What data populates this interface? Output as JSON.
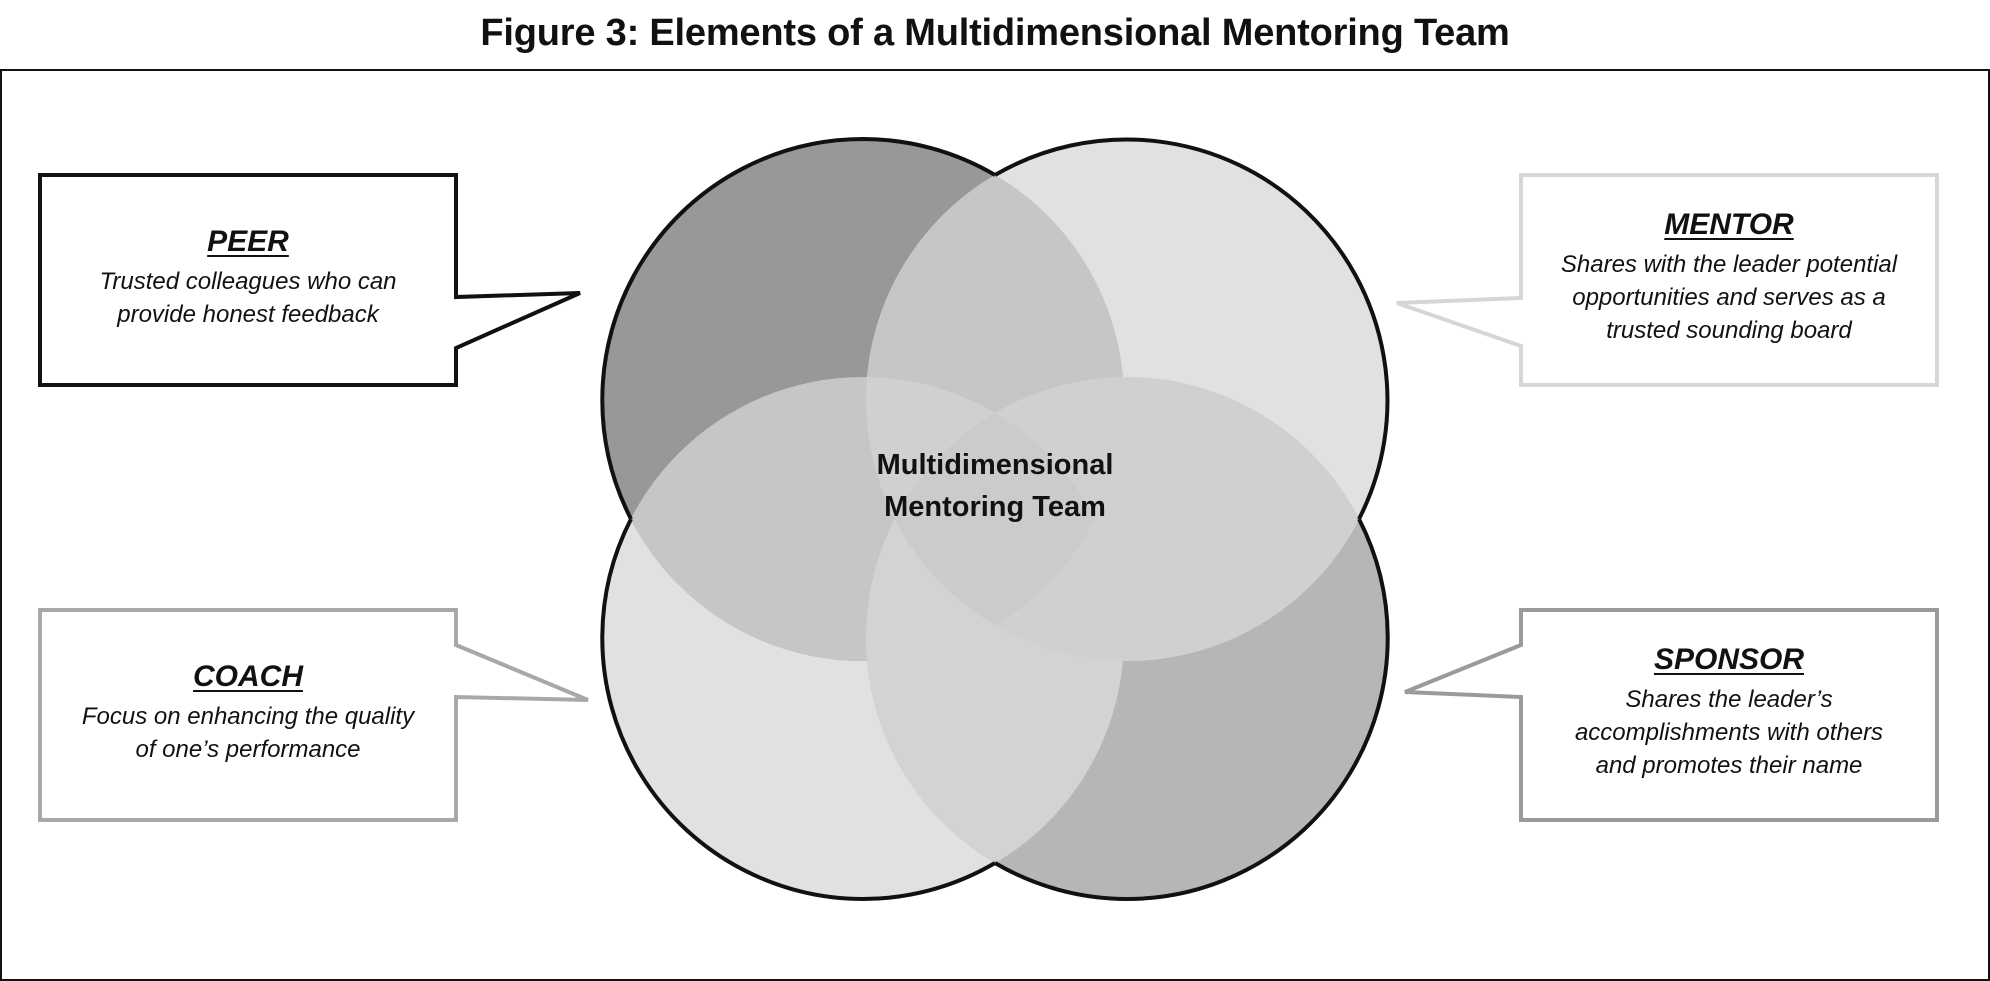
{
  "title": "Figure 3: Elements of a Multidimensional Mentoring Team",
  "center": {
    "line1": "Multidimensional",
    "line2": "Mentoring Team"
  },
  "circles": {
    "peer_fill": "#999899",
    "mentor_fill": "#e1e1e1",
    "coach_fill": "#e1e1e1",
    "sponsor_fill": "#b6b6b6",
    "overlay_fill": "#c7c7c7",
    "outline": "#111111"
  },
  "callouts": {
    "peer": {
      "title": "PEER",
      "line1": "Trusted colleagues who can",
      "line2": "provide honest feedback",
      "border_color": "#111111"
    },
    "mentor": {
      "title": "MENTOR",
      "line1": "Shares with the leader potential",
      "line2": "opportunities and serves as a",
      "line3": "trusted sounding board",
      "border_color": "#d6d6d6"
    },
    "coach": {
      "title": "COACH",
      "line1": "Focus on enhancing the quality",
      "line2": "of one’s performance",
      "border_color": "#a8a8a8"
    },
    "sponsor": {
      "title": "SPONSOR",
      "line1": "Shares the leader’s",
      "line2": "accomplishments with others",
      "line3": "and promotes their name",
      "border_color": "#9a9a9a"
    }
  }
}
